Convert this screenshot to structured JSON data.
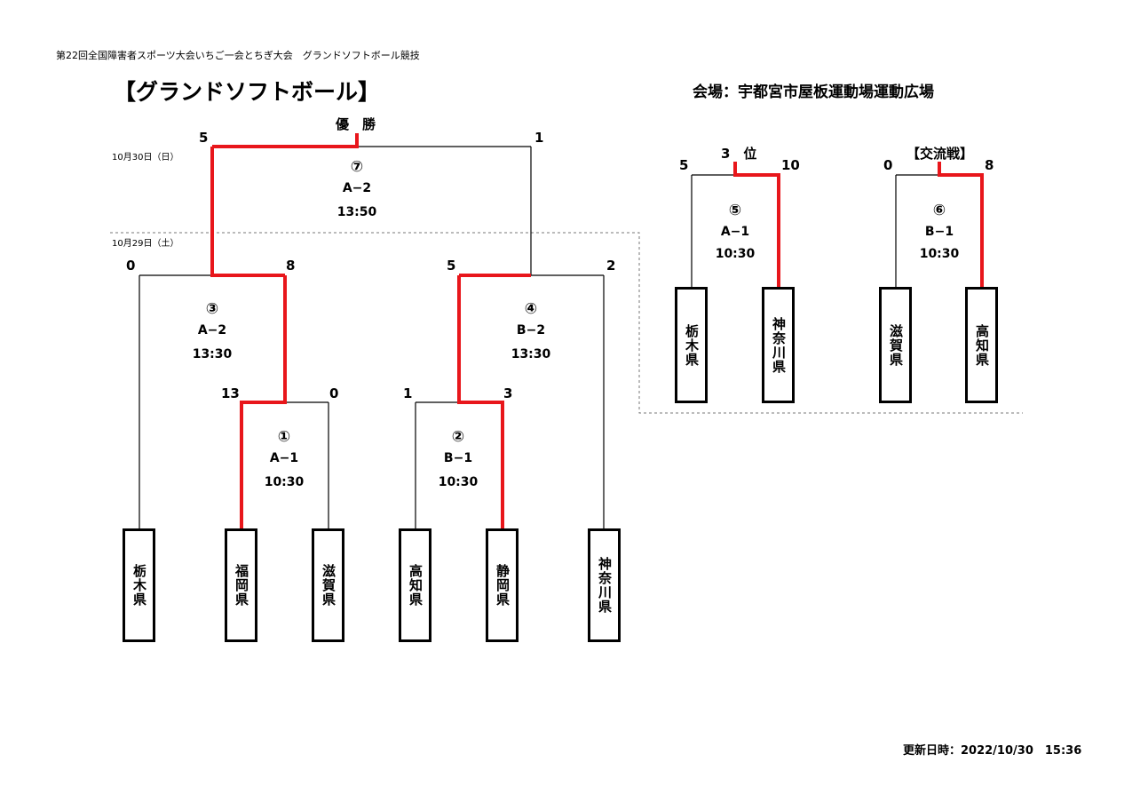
{
  "header_line": "第22回全国障害者スポーツ大会いちご一会とちぎ大会　グランドソフトボール競技",
  "title": "【グランドソフトボール】",
  "venue": "会場：宇都宮市屋板運動場運動広場",
  "date_day2": "10月30日（日）",
  "date_day1": "10月29日（土）",
  "final_label": "優　勝",
  "third_label": "3　位",
  "exchange_label": "【交流戦】",
  "updated": "更新日時：2022/10/30　15:36",
  "colors": {
    "winner": "#e8161b",
    "line": "#000000",
    "dashed": "#777777"
  },
  "games": [
    {
      "num": "①",
      "code": "A−1",
      "time": "10:30",
      "score_left": "13",
      "score_right": "0"
    },
    {
      "num": "②",
      "code": "B−1",
      "time": "10:30",
      "score_left": "1",
      "score_right": "3"
    },
    {
      "num": "③",
      "code": "A−2",
      "time": "13:30",
      "score_left": "0",
      "score_right": "8"
    },
    {
      "num": "④",
      "code": "B−2",
      "time": "13:30",
      "score_left": "5",
      "score_right": "2"
    },
    {
      "num": "⑤",
      "code": "A−1",
      "time": "10:30",
      "score_left": "5",
      "score_right": "10"
    },
    {
      "num": "⑥",
      "code": "B−1",
      "time": "10:30",
      "score_left": "0",
      "score_right": "8"
    },
    {
      "num": "⑦",
      "code": "A−2",
      "time": "13:50",
      "score_left": "5",
      "score_right": "1"
    }
  ],
  "teams_main": [
    "栃木県",
    "福岡県",
    "滋賀県",
    "高知県",
    "静岡県",
    "神奈川県"
  ],
  "teams_third": [
    "栃木県",
    "神奈川県"
  ],
  "teams_exchange": [
    "滋賀県",
    "高知県"
  ]
}
